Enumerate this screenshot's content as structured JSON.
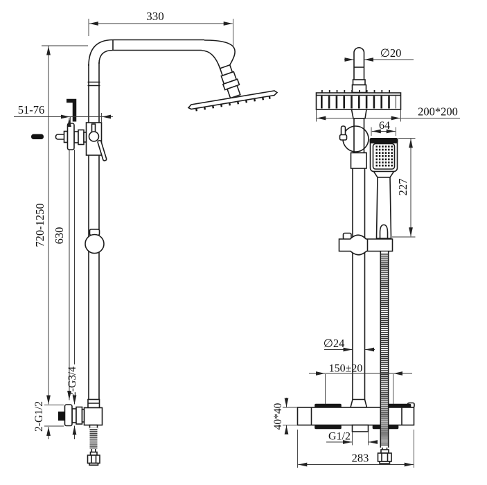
{
  "meta": {
    "background": "#ffffff",
    "ink": "#1c1c1c"
  },
  "left_view": {
    "dim_arm_width": "330",
    "dim_wall_distance": "51-76",
    "dim_overall_height": "720-1250",
    "dim_riser_length": "630",
    "dim_hose_thread": "2-G3/4",
    "dim_wall_thread": "2-G1/2"
  },
  "right_view": {
    "dim_top_pipe_diameter": "∅20",
    "dim_overhead_shower": "200*200",
    "dim_handset_width": "64",
    "dim_handset_length": "227",
    "dim_riser_diameter": "∅24",
    "dim_inlet_centers": "150±20",
    "dim_valve_section": "40*40",
    "dim_outlet_thread": "G1/2",
    "dim_valve_length": "283"
  }
}
